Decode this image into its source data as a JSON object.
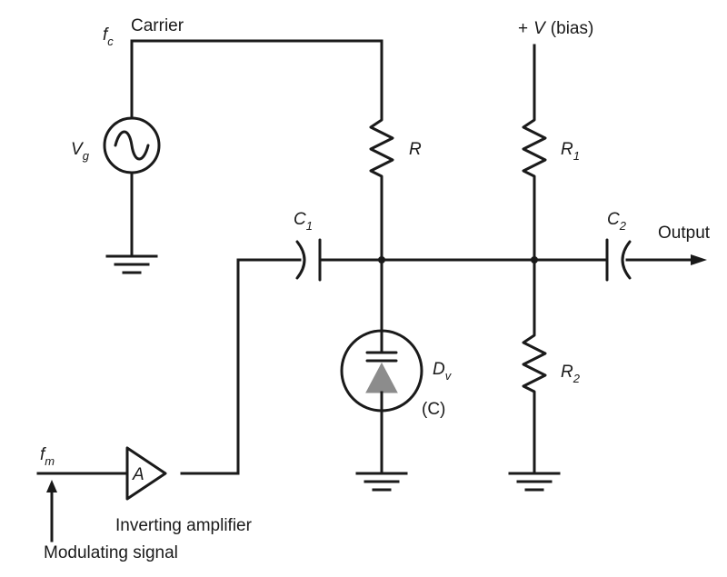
{
  "labels": {
    "fc_main": "f",
    "fc_sub": "c",
    "carrier": "Carrier",
    "vg_main": "V",
    "vg_sub": "g",
    "r": "R",
    "bias_plus": "+",
    "bias_v": "V",
    "bias_text": "(bias)",
    "r1_main": "R",
    "r1_sub": "1",
    "c1_main": "C",
    "c1_sub": "1",
    "c2_main": "C",
    "c2_sub": "2",
    "output": "Output",
    "dv_main": "D",
    "dv_sub": "v",
    "dv_c": "(C)",
    "r2_main": "R",
    "r2_sub": "2",
    "fm_main": "f",
    "fm_sub": "m",
    "amp_letter": "A",
    "inverting_amplifier": "Inverting amplifier",
    "modulating_signal": "Modulating signal"
  }
}
